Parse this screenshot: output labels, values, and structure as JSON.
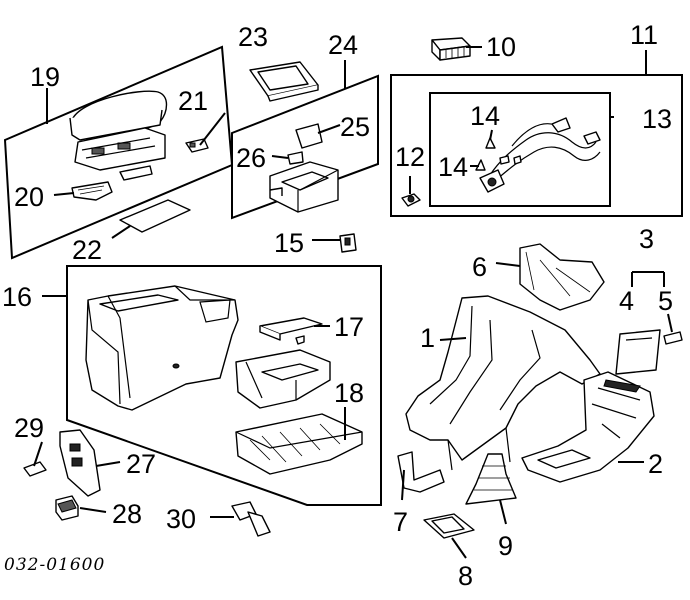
{
  "diagram": {
    "callouts": [
      "1",
      "2",
      "3",
      "4",
      "5",
      "6",
      "7",
      "8",
      "9",
      "10",
      "11",
      "12",
      "13",
      "14",
      "14",
      "15",
      "16",
      "17",
      "18",
      "19",
      "20",
      "21",
      "22",
      "23",
      "24",
      "25",
      "26",
      "27",
      "28",
      "29",
      "30"
    ],
    "catalog_code": "032-01600"
  }
}
